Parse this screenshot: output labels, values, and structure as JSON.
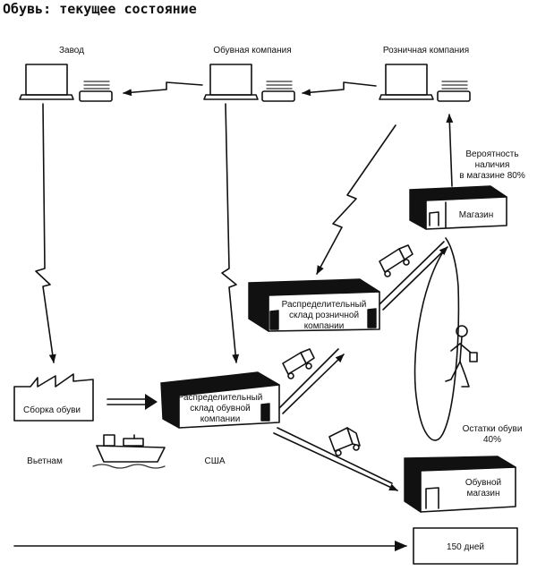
{
  "title": "Обувь: текущее состояние",
  "labels": {
    "factory": "Завод",
    "shoe_company": "Обувная компания",
    "retail_company": "Розничная компания",
    "shoe_assembly": "Сборка обуви",
    "vietnam": "Вьетнам",
    "usa": "США",
    "dc_shoe_line1": "Распределительный",
    "dc_shoe_line2": "склад обувной",
    "dc_shoe_line3": "компании",
    "dc_retail_line1": "Распределительный",
    "dc_retail_line2": "склад розничной",
    "dc_retail_line3": "компании",
    "store": "Магазин",
    "shoe_store_line1": "Обувной",
    "shoe_store_line2": "магазин",
    "availability_line1": "Вероятность",
    "availability_line2": "наличия",
    "availability_line3": "в магазине 80%",
    "leftover_line1": "Остатки обуви",
    "leftover_line2": "40%",
    "lead_time": "150 дней"
  },
  "icons": {
    "computer": "computer-icon",
    "document_stack": "document-stack-icon",
    "factory": "factory-icon",
    "ship": "ship-icon",
    "truck": "truck-icon",
    "warehouse": "warehouse-icon",
    "store": "store-building-icon",
    "shopper": "shopper-icon",
    "lightning": "electronic-information-flow-icon"
  }
}
